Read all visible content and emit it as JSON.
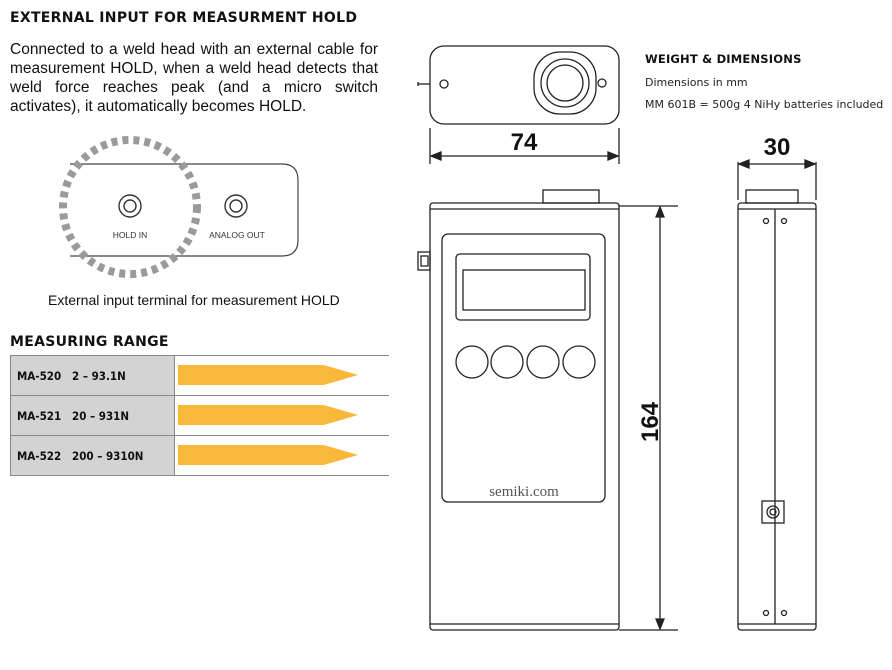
{
  "hold_section": {
    "title": "EXTERNAL INPUT FOR MEASURMENT HOLD",
    "paragraph": "Connected to a weld head with an external cable for measurement HOLD, when a weld head detects that weld force reaches peak (and a micro switch activates), it automatically becomes HOLD.",
    "panel": {
      "hold_in_label": "HOLD IN",
      "analog_out_label": "ANALOG OUT"
    },
    "caption": "External input terminal for measurement HOLD"
  },
  "range_section": {
    "title": "MEASURING RANGE",
    "rows": [
      {
        "model": "MA-520",
        "range": "2 – 93.1N"
      },
      {
        "model": "MA-521",
        "range": "20 – 931N"
      },
      {
        "model": "MA-522",
        "range": "200 – 9310N"
      }
    ],
    "arrow_color": "#f8b83a"
  },
  "specs": {
    "title": "WEIGHT & DIMENSIONS",
    "units_line": "Dimensions in mm",
    "weight_line": "MM 601B = 500g 4 NiHy batteries included"
  },
  "drawing": {
    "width_dim": "74",
    "depth_dim": "30",
    "height_dim": "164",
    "brand": "semiki.com"
  }
}
